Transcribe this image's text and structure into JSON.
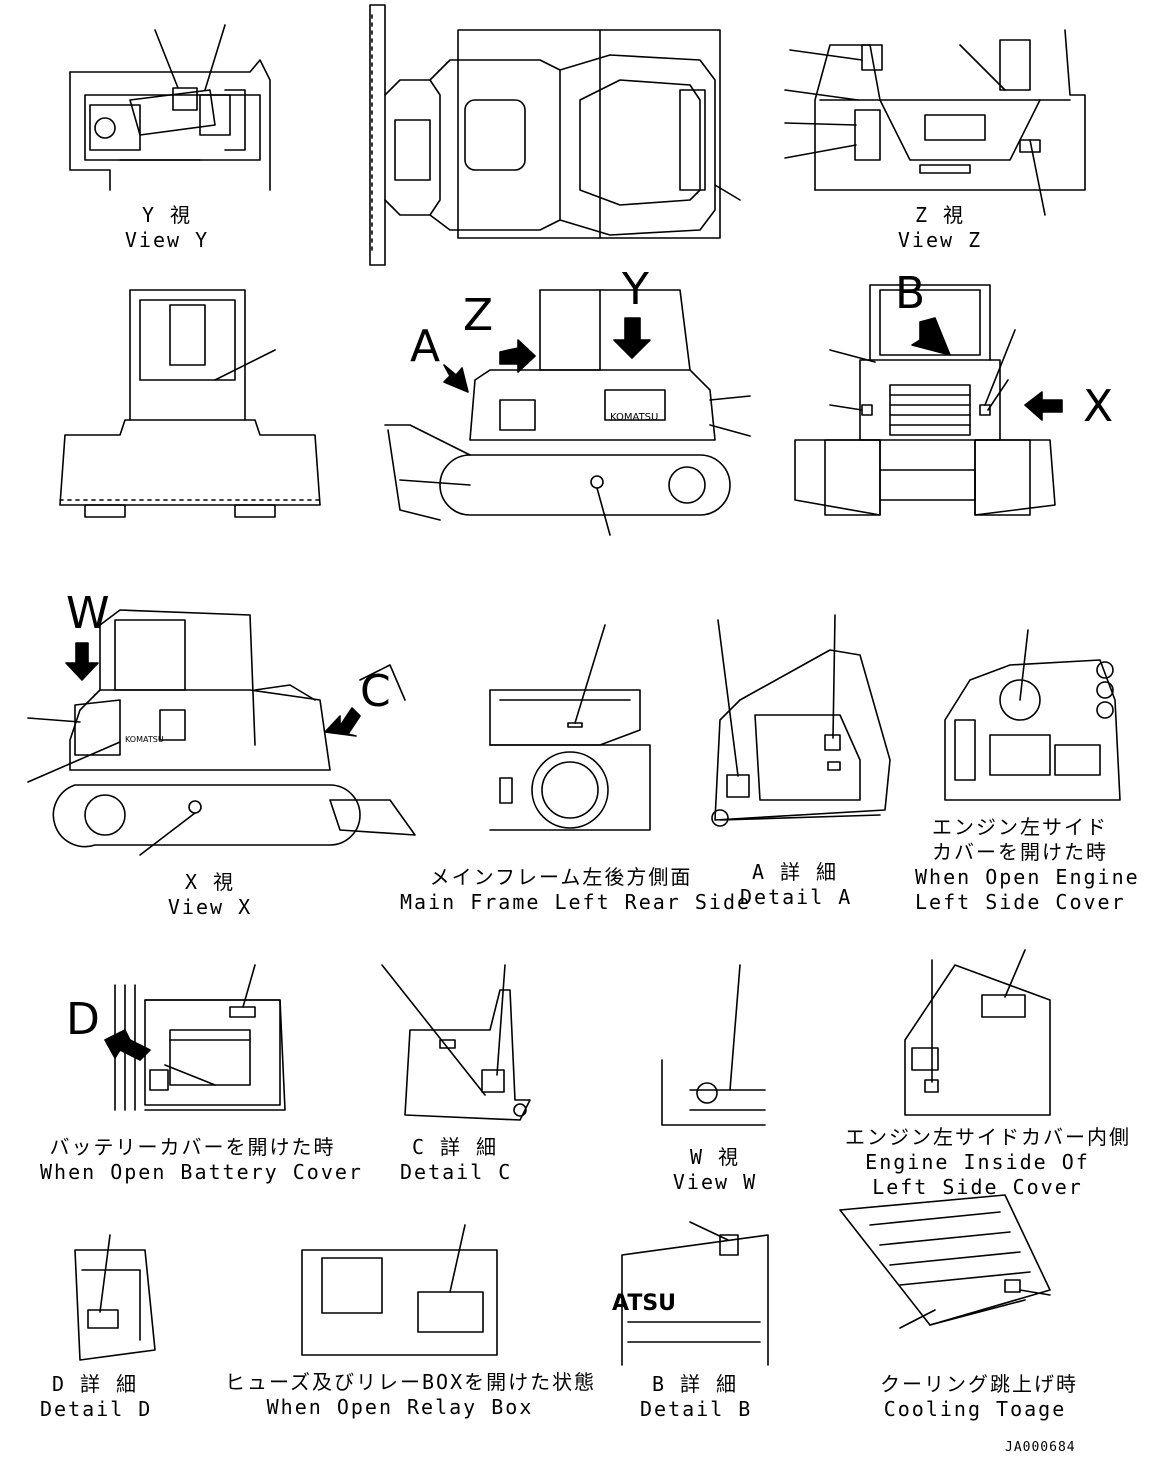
{
  "views": {
    "view_y": {
      "ja": "Y 視",
      "en": "View Y"
    },
    "view_z": {
      "ja": "Z 視",
      "en": "View Z"
    },
    "view_x": {
      "ja": "X 視",
      "en": "View X"
    },
    "main_frame": {
      "ja": "メインフレーム左後方側面",
      "en": "Main Frame Left Rear Side"
    },
    "detail_a": {
      "ja": "A 詳 細",
      "en": "Detail A"
    },
    "engine_left_cover": {
      "ja1": "エンジン左サイド",
      "ja2": "カバーを開けた時",
      "en1": "When Open Engine",
      "en2": "Left Side Cover"
    },
    "battery_cover": {
      "ja": "バッテリーカバーを開けた時",
      "en": "When Open Battery Cover"
    },
    "detail_c": {
      "ja": "C 詳 細",
      "en": "Detail C"
    },
    "view_w": {
      "ja": "W 視",
      "en": "View W"
    },
    "engine_inside": {
      "ja": "エンジン左サイドカバー内側",
      "en1": "Engine Inside Of",
      "en2": "Left Side Cover"
    },
    "detail_d": {
      "ja": "D 詳 細",
      "en": "Detail D"
    },
    "relay_box": {
      "ja": "ヒューズ及びリレーBOXを開けた状態",
      "en": "When Open Relay Box"
    },
    "detail_b": {
      "ja": "B 詳 細",
      "en": "Detail B"
    },
    "cooling": {
      "ja": "クーリング跳上げ時",
      "en": "Cooling Toage"
    }
  },
  "markers": {
    "a": "A",
    "z": "Z",
    "y": "Y",
    "b": "B",
    "x": "X",
    "w": "W",
    "c": "C",
    "d": "D"
  },
  "brand": "ATSU",
  "doc_id": "JA000684"
}
